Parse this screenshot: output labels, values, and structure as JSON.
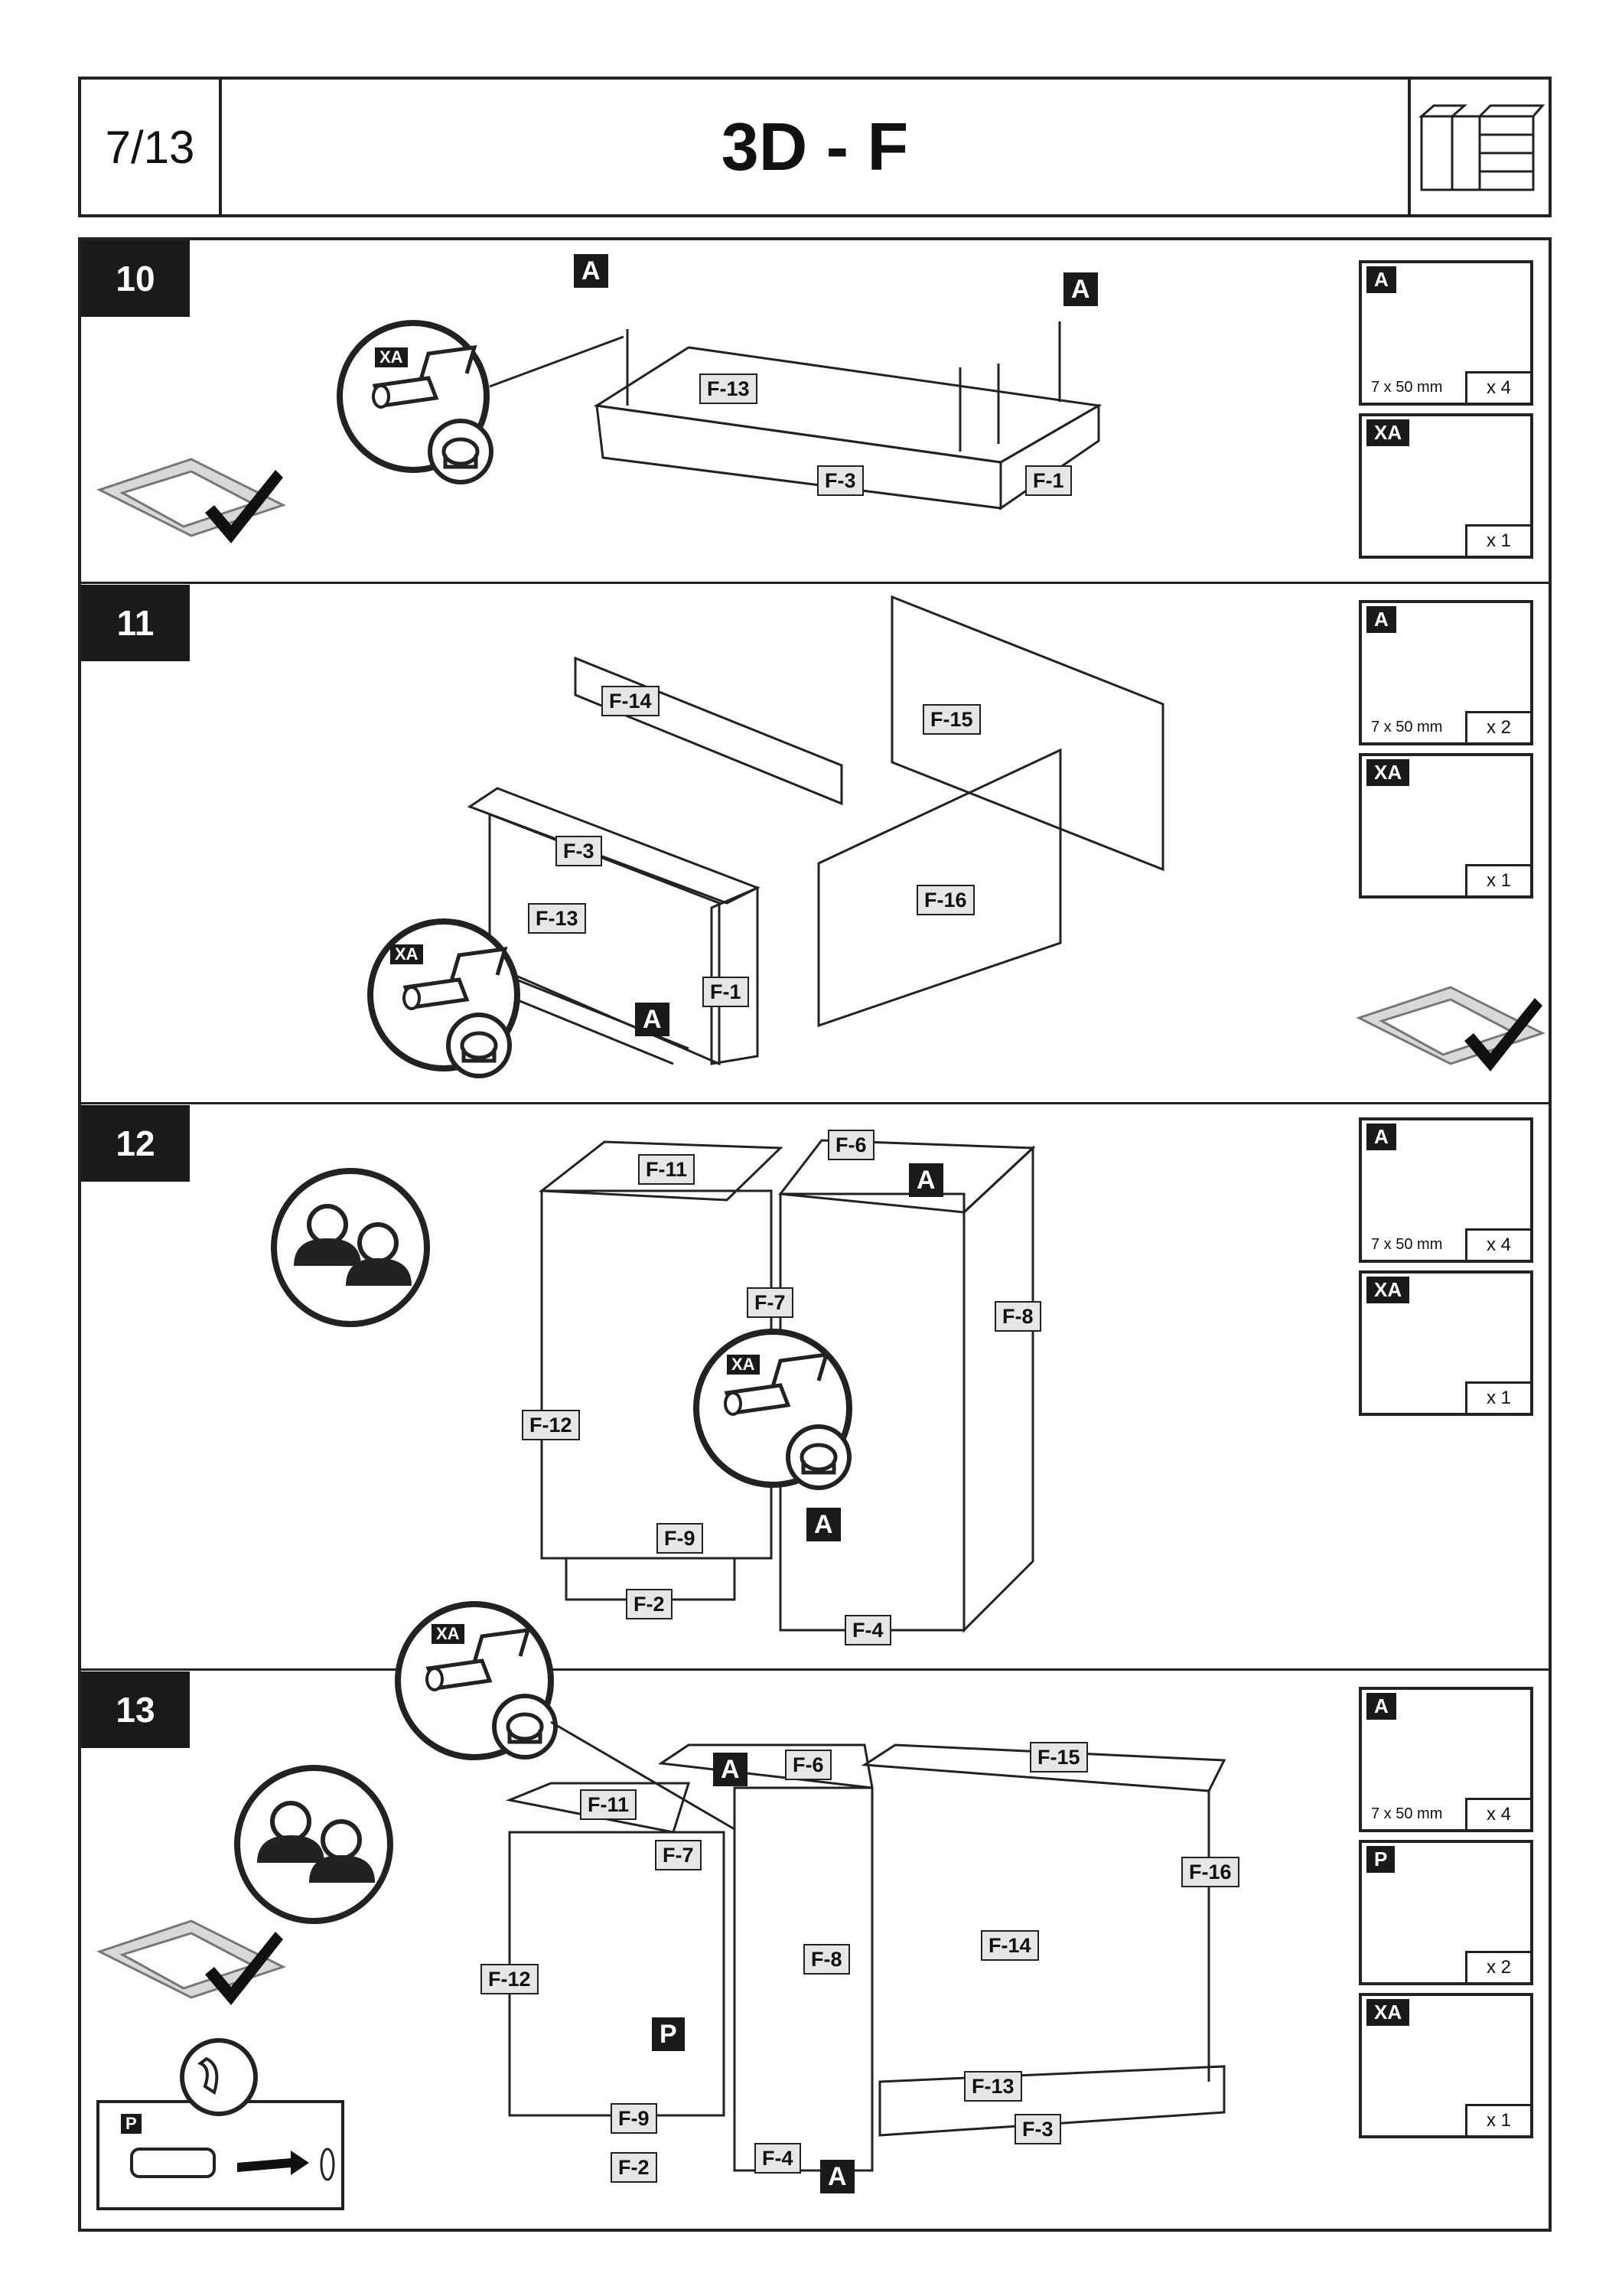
{
  "header": {
    "page": "7/13",
    "title": "3D - F"
  },
  "steps": [
    {
      "number": "10",
      "parts": [
        {
          "tag": "A",
          "size": "7 x 50 mm",
          "qty": "x 4"
        },
        {
          "tag": "XA",
          "qty": "x 1"
        }
      ],
      "labels": [
        "F-13",
        "F-3",
        "F-1"
      ],
      "callouts": [
        "A",
        "A"
      ]
    },
    {
      "number": "11",
      "parts": [
        {
          "tag": "A",
          "size": "7 x 50 mm",
          "qty": "x 2"
        },
        {
          "tag": "XA",
          "qty": "x 1"
        }
      ],
      "labels": [
        "F-14",
        "F-15",
        "F-3",
        "F-13",
        "F-16",
        "F-1"
      ],
      "callouts": [
        "A"
      ]
    },
    {
      "number": "12",
      "parts": [
        {
          "tag": "A",
          "size": "7 x 50 mm",
          "qty": "x 4"
        },
        {
          "tag": "XA",
          "qty": "x 1"
        }
      ],
      "labels": [
        "F-11",
        "F-6",
        "F-7",
        "F-8",
        "F-12",
        "F-9",
        "F-2",
        "F-4"
      ],
      "callouts": [
        "A",
        "A"
      ]
    },
    {
      "number": "13",
      "parts": [
        {
          "tag": "A",
          "size": "7 x 50 mm",
          "qty": "x 4"
        },
        {
          "tag": "P",
          "qty": "x 2"
        },
        {
          "tag": "XA",
          "qty": "x 1"
        }
      ],
      "labels": [
        "F-11",
        "F-6",
        "F-15",
        "F-7",
        "F-16",
        "F-12",
        "F-8",
        "F-14",
        "F-13",
        "F-9",
        "F-2",
        "F-4",
        "F-3"
      ],
      "callouts": [
        "A",
        "P",
        "A"
      ],
      "inset_tag": "P"
    }
  ],
  "tool_tag": "XA"
}
